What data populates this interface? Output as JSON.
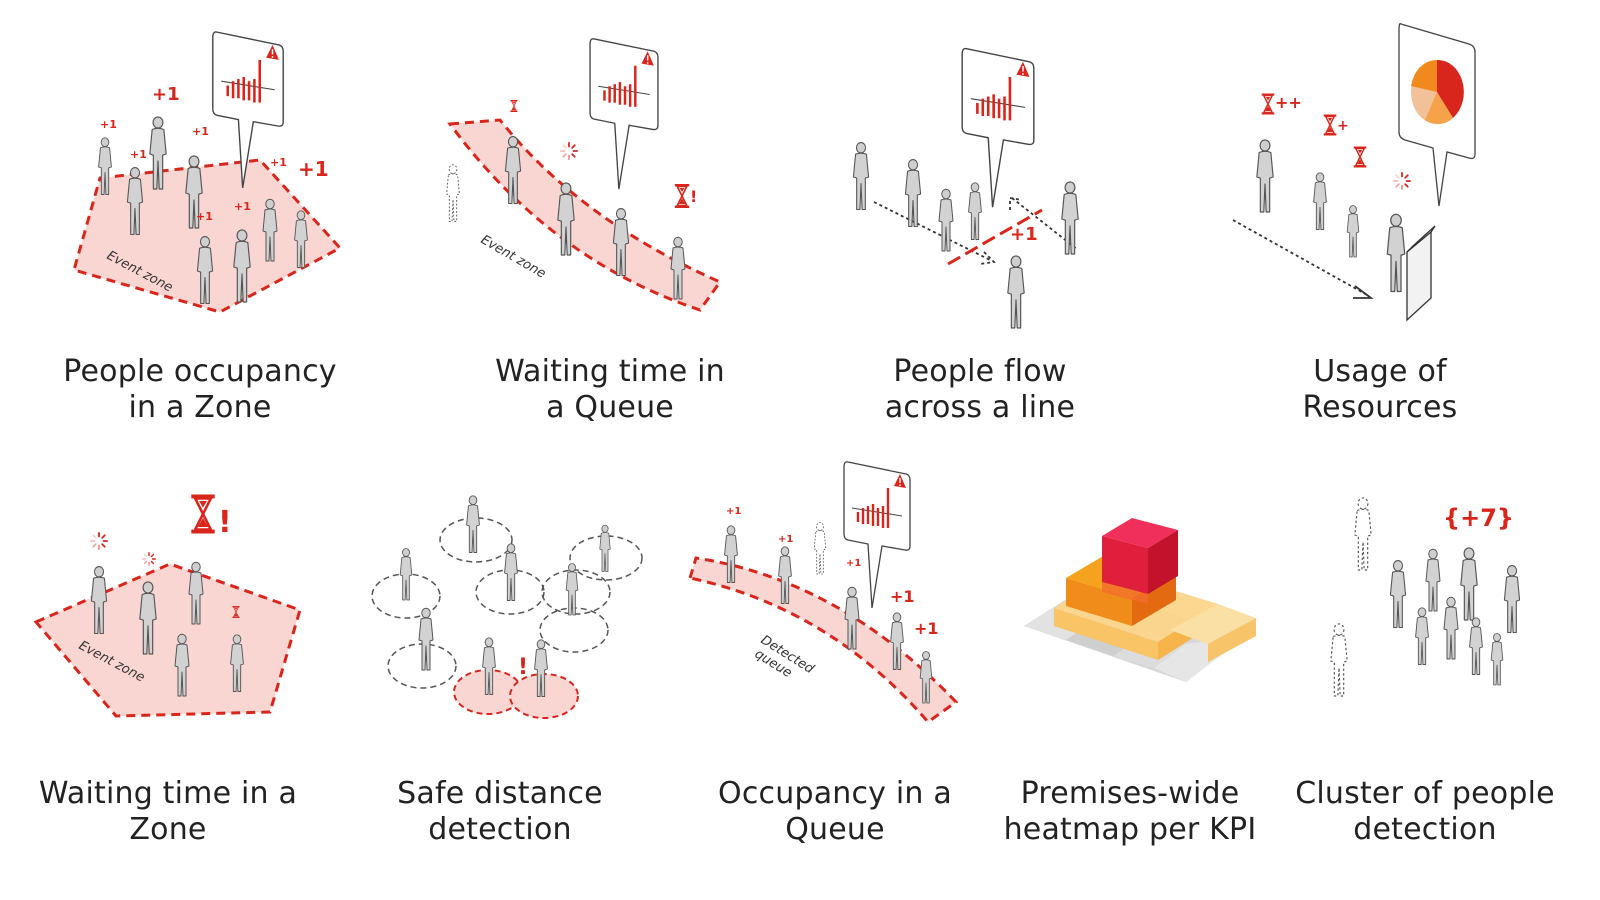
{
  "accent_color": "#d9261c",
  "zone_fill_color": "#fad6d3",
  "panels": [
    {
      "caption_line1": "People occupancy",
      "caption_line2": "in a Zone",
      "zone_label": "Event zone",
      "counters": [
        "+1",
        "+1",
        "+1",
        "+1",
        "+1",
        "+1",
        "+1",
        "+1"
      ],
      "icon": "alert-chart-icon"
    },
    {
      "caption_line1": "Waiting time in",
      "caption_line2": "a Queue",
      "zone_label": "Event zone",
      "icon": "hourglass-icon"
    },
    {
      "caption_line1": "People flow",
      "caption_line2": "across a line",
      "counters": [
        "+1"
      ],
      "icon": "alert-chart-icon"
    },
    {
      "caption_line1": "Usage of",
      "caption_line2": "Resources",
      "marks": [
        "++",
        "+"
      ],
      "icon": "pie-chart-icon"
    },
    {
      "caption_line1": "Waiting time in a",
      "caption_line2": "Zone",
      "zone_label": "Event zone",
      "icon": "hourglass-alert-icon"
    },
    {
      "caption_line1": "Safe distance",
      "caption_line2": "detection",
      "alert": "!",
      "icon": "distance-circle-icon"
    },
    {
      "caption_line1": "Occupancy in a",
      "caption_line2": "Queue",
      "zone_label_line1": "Detected",
      "zone_label_line2": "queue",
      "counters": [
        "+1",
        "+1",
        "+1",
        "+1",
        "+1"
      ],
      "icon": "alert-chart-icon"
    },
    {
      "caption_line1": "Premises-wide",
      "caption_line2": "heatmap per KPI",
      "icon": "heatmap-cube-icon"
    },
    {
      "caption_line1": "Cluster of people",
      "caption_line2": "detection",
      "cluster_count": "{+7}",
      "icon": "people-cluster-icon"
    }
  ]
}
